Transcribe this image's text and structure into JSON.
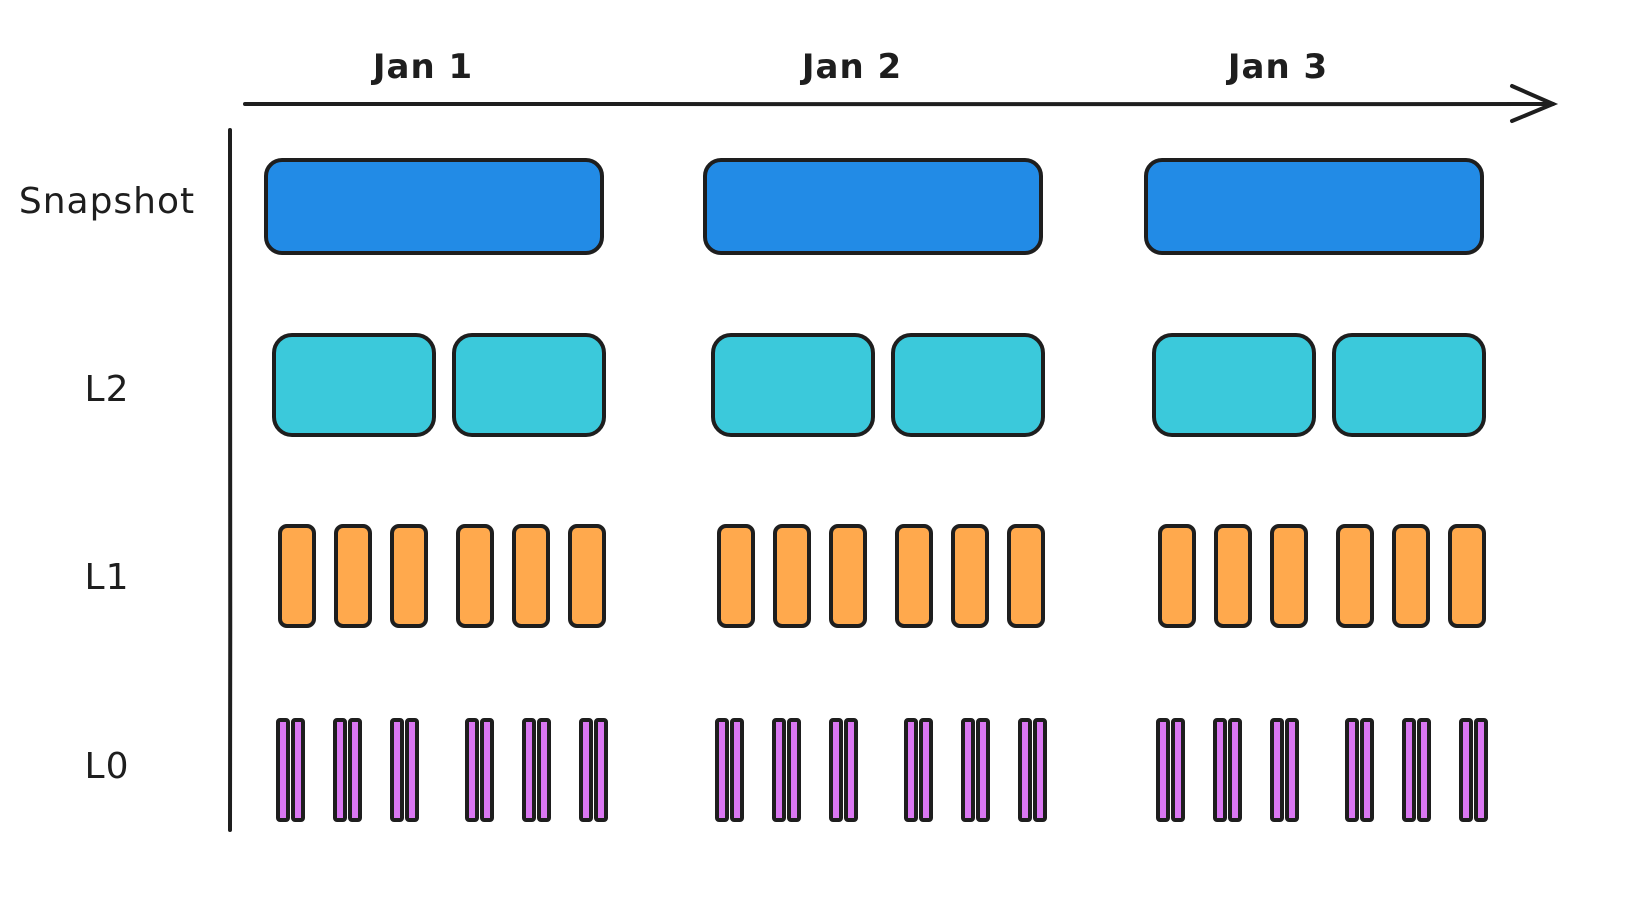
{
  "days": [
    {
      "label": "Jan 1"
    },
    {
      "label": "Jan 2"
    },
    {
      "label": "Jan 3"
    }
  ],
  "levels": [
    {
      "label": "Snapshot",
      "color": "#228be6",
      "files_per_day": 1
    },
    {
      "label": "L2",
      "color": "#3bc9db",
      "files_per_day": 2
    },
    {
      "label": "L1",
      "color": "#ffa94d",
      "files_per_day": 6
    },
    {
      "label": "L0",
      "color": "#da77f2",
      "files_per_day": 12
    }
  ]
}
